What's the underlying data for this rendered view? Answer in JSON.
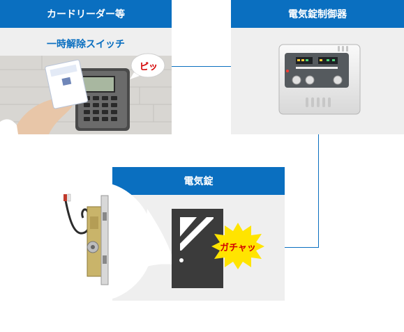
{
  "card_reader": {
    "header": "カードリーダー等",
    "sublabel": "一時解除スイッチ",
    "bubble": "ピッ"
  },
  "controller": {
    "header": "電気錠制御器"
  },
  "lock": {
    "header": "電気錠",
    "burst": "ガチャッ"
  },
  "colors": {
    "accent": "#0a6fc0",
    "panel": "#efefef",
    "door": "#3b3b3b",
    "burst": "#ffe400",
    "bubble_text": "#d40000"
  }
}
